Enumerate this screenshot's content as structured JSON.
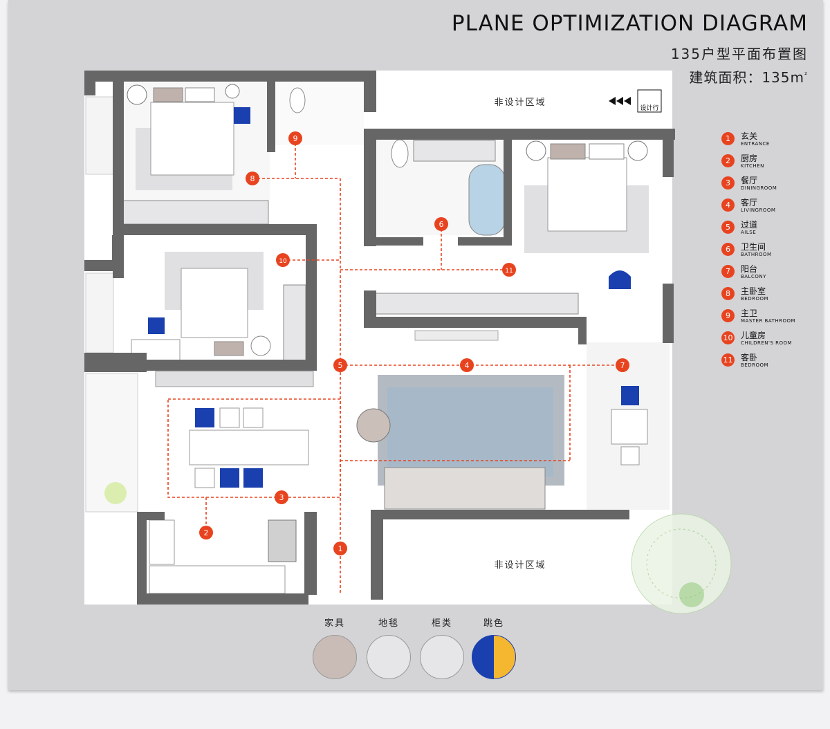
{
  "header": {
    "title": "PLANE OPTIMIZATION DIAGRAM",
    "subtitle": "135户型平面布置图",
    "area_label": "建筑面积：135m",
    "area_unit_sup": "²"
  },
  "plan": {
    "non_design_top": "非设计区域",
    "non_design_bottom": "非设计区域",
    "logo_text": "设计行",
    "markers": [
      "1",
      "2",
      "3",
      "4",
      "5",
      "6",
      "7",
      "8",
      "9",
      "10",
      "11"
    ]
  },
  "legend": [
    {
      "num": "1",
      "cn": "玄关",
      "en": "ENTRANCE"
    },
    {
      "num": "2",
      "cn": "厨房",
      "en": "KITCHEN"
    },
    {
      "num": "3",
      "cn": "餐厅",
      "en": "DININGROOM"
    },
    {
      "num": "4",
      "cn": "客厅",
      "en": "LIVINGROOM"
    },
    {
      "num": "5",
      "cn": "过道",
      "en": "AILSE"
    },
    {
      "num": "6",
      "cn": "卫生间",
      "en": "BATHROOM"
    },
    {
      "num": "7",
      "cn": "阳台",
      "en": "BALCONY"
    },
    {
      "num": "8",
      "cn": "主卧室",
      "en": "BEDROOM"
    },
    {
      "num": "9",
      "cn": "主卫",
      "en": "MASTER BATHROOM"
    },
    {
      "num": "10",
      "cn": "儿童房",
      "en": "CHILDREN'S ROOM"
    },
    {
      "num": "11",
      "cn": "客卧",
      "en": "BEDROOM"
    }
  ],
  "swatches": [
    {
      "label": "家具",
      "color": "#c9bcb6"
    },
    {
      "label": "地毯",
      "color": "#e6e6e8"
    },
    {
      "label": "柜类",
      "color": "#e6e6e8"
    },
    {
      "label": "跳色",
      "color_a": "#1a3fae",
      "color_b": "#f5b730"
    }
  ],
  "colors": {
    "wall": "#666666",
    "marker": "#e8431f",
    "accent_blue": "#1a3fae",
    "accent_yellow": "#f5b730"
  }
}
